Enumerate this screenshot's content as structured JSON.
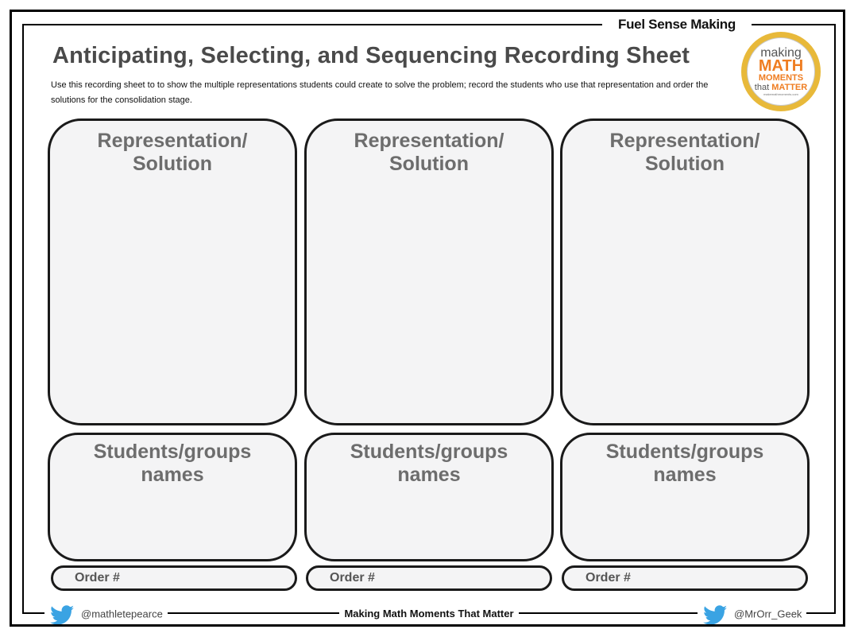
{
  "header": {
    "tag": "Fuel Sense Making",
    "title": "Anticipating, Selecting, and Sequencing Recording Sheet",
    "instructions": "Use this recording sheet to to show the multiple representations students could create to solve the problem; record the students who use that representation and order the solutions for the consolidation stage."
  },
  "logo": {
    "line1": "making",
    "line2": "MATH",
    "line3": "MOMENTS",
    "line4a": "that",
    "line4b": "MATTER",
    "line5": "makemathmoments.com"
  },
  "columns": [
    {
      "rep_line1": "Representation/",
      "rep_line2": "Solution",
      "students_line1": "Students/groups",
      "students_line2": "names",
      "order_label": "Order #"
    },
    {
      "rep_line1": "Representation/",
      "rep_line2": "Solution",
      "students_line1": "Students/groups",
      "students_line2": "names",
      "order_label": "Order #"
    },
    {
      "rep_line1": "Representation/",
      "rep_line2": "Solution",
      "students_line1": "Students/groups",
      "students_line2": "names",
      "order_label": "Order #"
    }
  ],
  "footer": {
    "left_handle": "@mathletepearce",
    "center": "Making Math Moments That Matter",
    "right_handle": "@MrOrr_Geek",
    "icon": "twitter-bird-icon"
  },
  "colors": {
    "box_fill": "#f4f4f5",
    "heading_gray": "#6d6d6d",
    "logo_orange": "#ef7d21",
    "logo_ring": "#e8b93a",
    "twitter_blue": "#3aa3e3"
  }
}
